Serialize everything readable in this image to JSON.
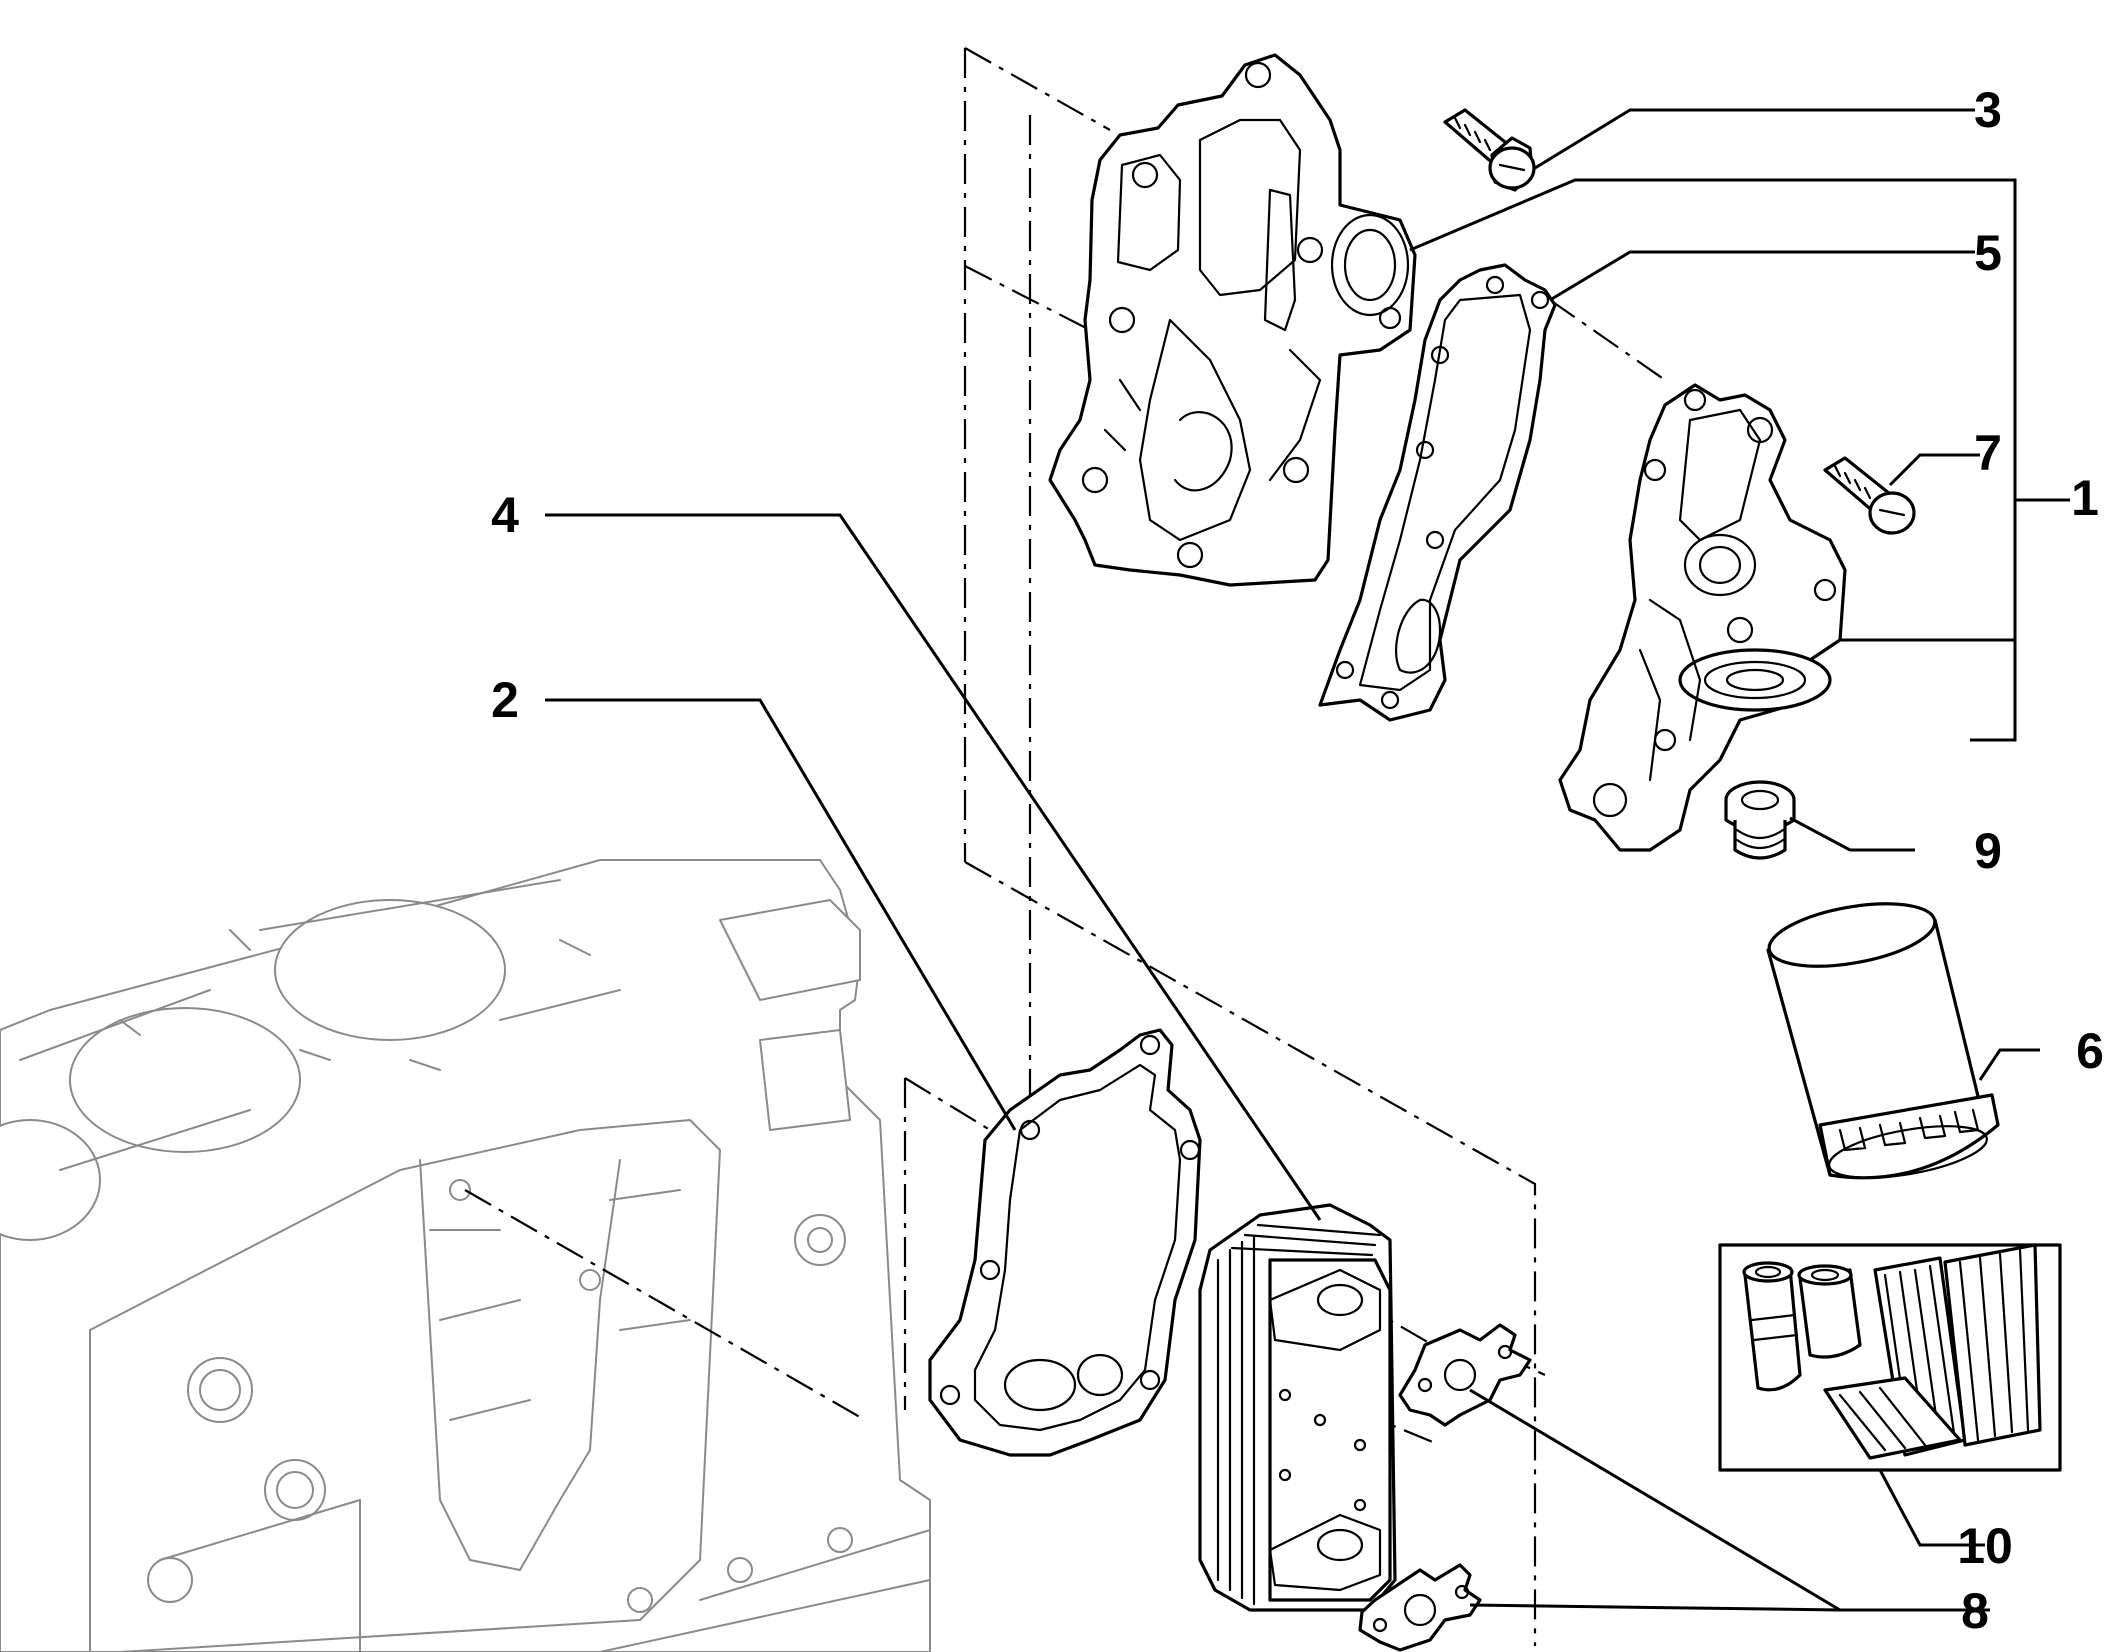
{
  "callouts": {
    "c1": "1",
    "c2": "2",
    "c3": "3",
    "c4": "4",
    "c5": "5",
    "c6": "6",
    "c7": "7",
    "c8": "8",
    "c9": "9",
    "c10": "10"
  },
  "icons": {
    "engine_block": "engine-block-icon",
    "oil_filter_housing": "oil-filter-housing-icon",
    "housing_gasket": "housing-gasket-icon",
    "oil_cooler": "oil-cooler-icon",
    "cooler_gasket": "cooler-gasket-icon",
    "oil_filter": "oil-filter-icon",
    "filter_kit": "filter-kit-icon"
  },
  "colors": {
    "line": "#000000",
    "ghost": "#8a8a8a",
    "background": "#ffffff"
  }
}
